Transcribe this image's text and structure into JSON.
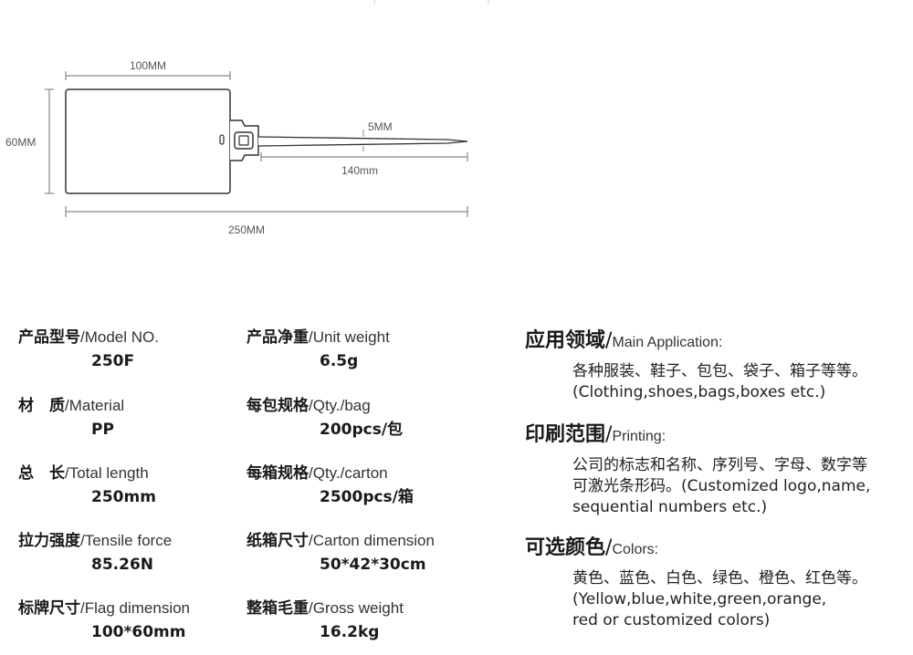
{
  "diagram": {
    "width_label": "100MM",
    "height_label": "60MM",
    "thickness_label": "5MM",
    "strap_label": "140mm",
    "total_label": "250MM"
  },
  "specs": [
    {
      "cn": "产品型号",
      "en": "/Model NO.",
      "value": "250F"
    },
    {
      "cn": "材　质",
      "en": "/Material",
      "value": "PP"
    },
    {
      "cn": "总　长",
      "en": "/Total length",
      "value": "250mm"
    },
    {
      "cn": "拉力强度",
      "en": "/Tensile force",
      "value": "85.26N"
    },
    {
      "cn": "标牌尺寸",
      "en": "/Flag dimension",
      "value": "100*60mm"
    },
    {
      "cn": "产品净重",
      "en": "/Unit weight",
      "value": "6.5g"
    },
    {
      "cn": "每包规格",
      "en": "/Qty./bag",
      "value": "200pcs/包"
    },
    {
      "cn": "每箱规格",
      "en": "/Qty./carton",
      "value": "2500pcs/箱"
    },
    {
      "cn": "纸箱尺寸",
      "en": "/Carton dimension",
      "value": "50*42*30cm"
    },
    {
      "cn": "整箱毛重",
      "en": "/Gross weight",
      "value": "16.2kg"
    }
  ],
  "applications": [
    {
      "cn": "应用领域",
      "en": "Main Application:",
      "lines": [
        "各种服装、鞋子、包包、袋子、箱子等等。",
        "(Clothing,shoes,bags,boxes etc.)"
      ]
    },
    {
      "cn": "印刷范围",
      "en": "Printing:",
      "lines": [
        "公司的标志和名称、序列号、字母、数字等",
        "可激光条形码。(Customized logo,name,",
        "sequential numbers etc.)"
      ]
    },
    {
      "cn": "可选颜色",
      "en": "Colors:",
      "lines": [
        "黄色、蓝色、白色、绿色、橙色、红色等。",
        "(Yellow,blue,white,green,orange,",
        "red or customized colors)"
      ]
    }
  ],
  "colors": {
    "outline": "#333333",
    "dimension": "#888888",
    "text": "#1a1a1a"
  }
}
